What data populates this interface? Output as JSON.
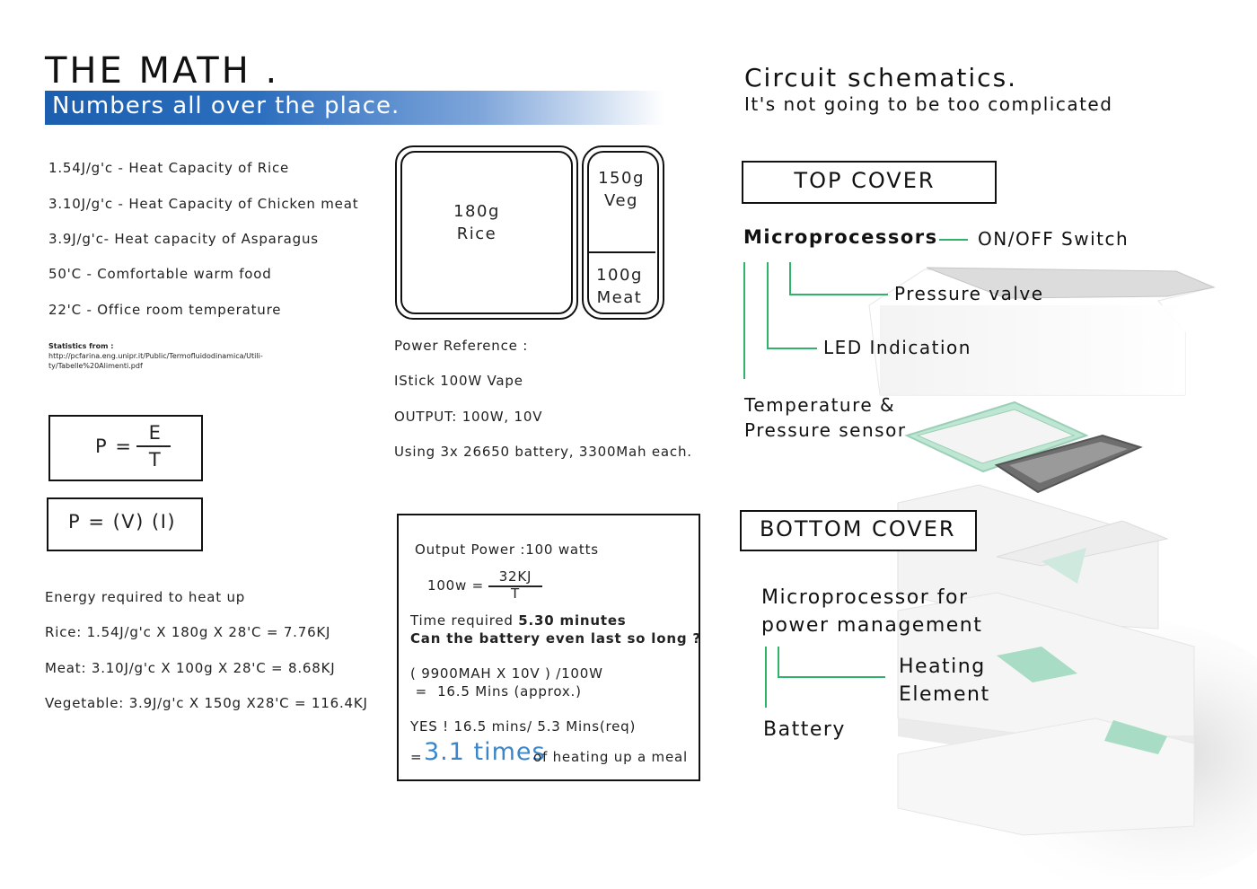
{
  "math": {
    "title": "THE MATH .",
    "subtitle": "Numbers all over the place.",
    "facts": [
      "1.54J/g'c - Heat Capacity of Rice",
      "3.10J/g'c - Heat Capacity of Chicken meat",
      "3.9J/g'c- Heat capacity of Asparagus",
      "50'C - Comfortable warm food",
      "22'C - Office room temperature"
    ],
    "stats_heading": "Statistics from :",
    "stats_url_1": "http://pcfarina.eng.unipr.it/Public/Termofluidodinamica/Utili-",
    "stats_url_2": "ty/Tabelle%20Alimenti.pdf",
    "formula1": {
      "lhs": "P =",
      "num": "E",
      "den": "T"
    },
    "formula2": "P = (V) (I)",
    "energy_heading": "Energy required to heat up",
    "energy_lines": [
      "Rice: 1.54J/g'c X 180g X 28'C =  7.76KJ",
      "Meat: 3.10J/g'c X 100g X 28'C = 8.68KJ",
      "Vegetable: 3.9J/g'c X 150g X28'C = 116.4KJ"
    ]
  },
  "lunchbox": {
    "main_line1": "180g",
    "main_line2": "Rice",
    "veg_line1": "150g",
    "veg_line2": "Veg",
    "meat_line1": "100g",
    "meat_line2": "Meat"
  },
  "power": [
    "Power Reference :",
    "IStick 100W Vape",
    "OUTPUT: 100W, 10V",
    "Using 3x 26650 battery, 3300Mah each."
  ],
  "calc": {
    "output": "Output Power :100 watts",
    "eq_lhs": "100w =",
    "eq_num": "32KJ",
    "eq_den": "T",
    "time_label": "Time required ",
    "time_value": "5.30 minutes",
    "question": "Can the battery even last so long ?",
    "battery1": "( 9900MAH X 10V ) /100W",
    "battery2": " =  16.5 Mins (approx.)",
    "yes": "YES ! 16.5 mins/ 5.3 Mins(req)",
    "eq_prefix": "=",
    "times": "3.1 times",
    "times_suffix": "of heating up a meal"
  },
  "circuit": {
    "title": "Circuit schematics.",
    "subtitle": "It's not going to be too complicated",
    "top_cover": "TOP COVER",
    "microprocessors": "Microprocessors",
    "onoff": "ON/OFF Switch",
    "pressure_valve": "Pressure valve",
    "led": "LED Indication",
    "sensor_line1": "Temperature &",
    "sensor_line2": "Pressure sensor",
    "bottom_cover": "BOTTOM COVER",
    "mp_power_line1": "Microprocessor for",
    "mp_power_line2": "power management",
    "heating_line1": "Heating",
    "heating_line2": "Element",
    "battery": "Battery"
  },
  "colors": {
    "accent_blue": "#1c5fae",
    "times_blue": "#3b86c8",
    "line_green": "#2fb36a",
    "mint": "#a8dcc4"
  }
}
